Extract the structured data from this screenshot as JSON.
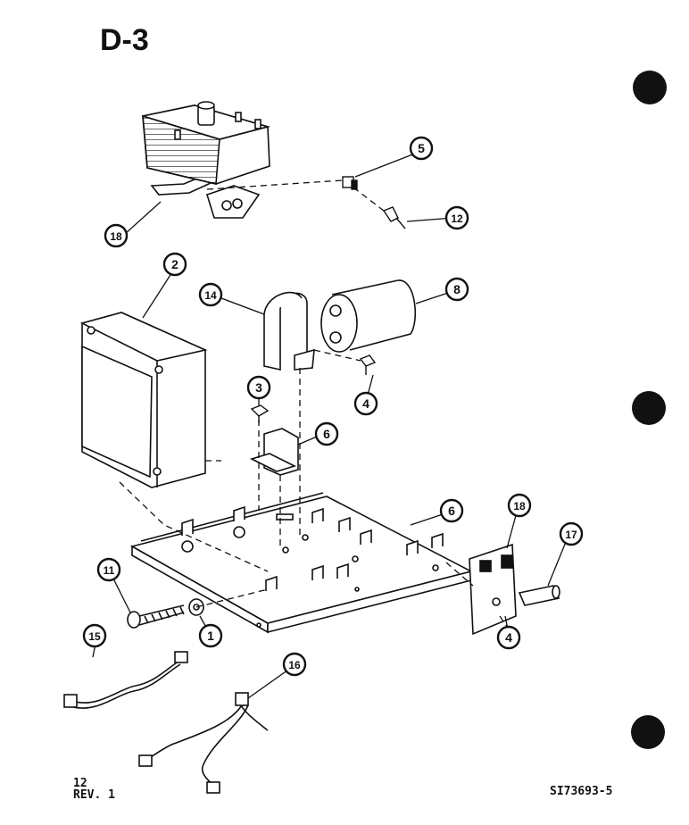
{
  "title": "D-3",
  "footer": {
    "sheet": "12",
    "rev": "REV. 1",
    "code": "SI73693-5"
  },
  "callouts": [
    {
      "id": "c1",
      "label": "1"
    },
    {
      "id": "c2",
      "label": "2"
    },
    {
      "id": "c3",
      "label": "3"
    },
    {
      "id": "c4a",
      "label": "4"
    },
    {
      "id": "c4b",
      "label": "4"
    },
    {
      "id": "c5",
      "label": "5"
    },
    {
      "id": "c6a",
      "label": "6"
    },
    {
      "id": "c6b",
      "label": "6"
    },
    {
      "id": "c8",
      "label": "8"
    },
    {
      "id": "c11",
      "label": "11"
    },
    {
      "id": "c12",
      "label": "12"
    },
    {
      "id": "c14",
      "label": "14"
    },
    {
      "id": "c15",
      "label": "15"
    },
    {
      "id": "c16",
      "label": "16"
    },
    {
      "id": "c17",
      "label": "17"
    },
    {
      "id": "c18a",
      "label": "18"
    },
    {
      "id": "c18b",
      "label": "18"
    }
  ],
  "colors": {
    "ink": "#111111",
    "paper": "#ffffff"
  }
}
